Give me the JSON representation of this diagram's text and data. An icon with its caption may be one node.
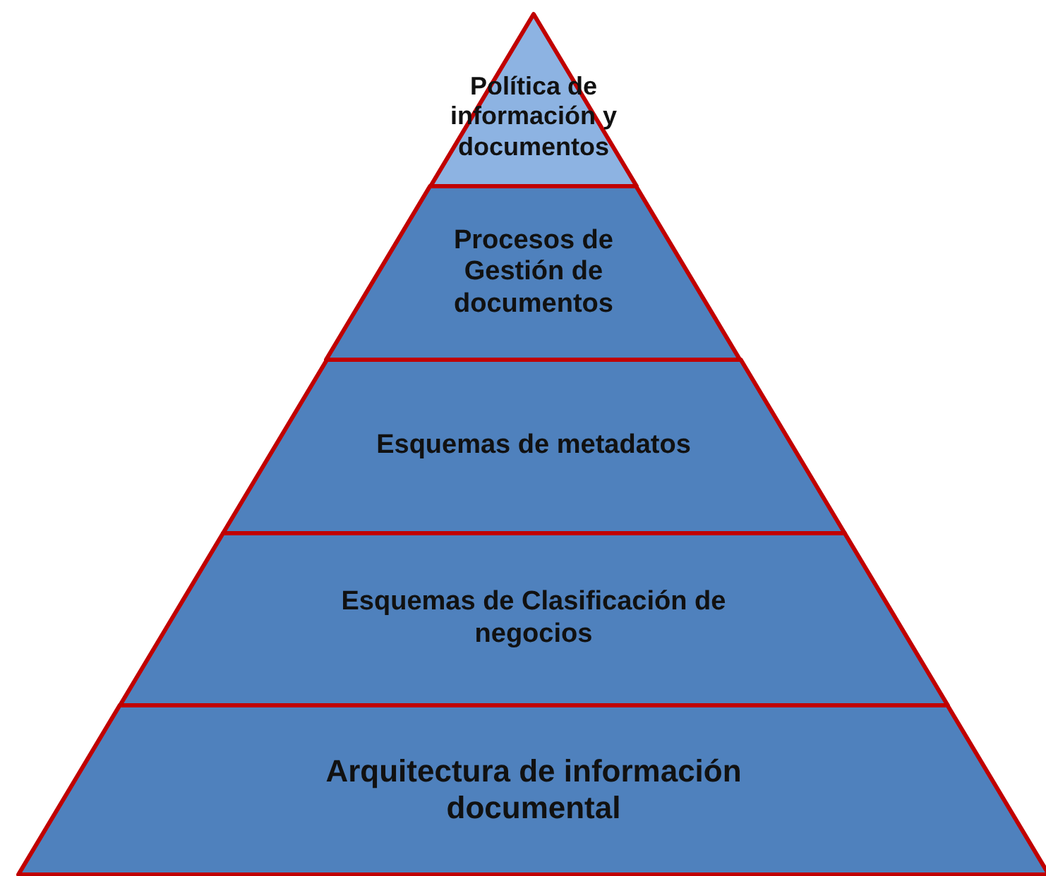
{
  "diagram": {
    "nodes": [
      {
        "text": [
          "Política de información y documentos"
        ]
      },
      {
        "text": [
          "Procesos de Gestión de documentos"
        ]
      },
      {
        "text": [
          "Esquemas de metadatos"
        ]
      },
      {
        "text": [
          "Esquemas de Clasificación de negocios"
        ]
      },
      {
        "text": [
          "Arquitectura de información documental"
        ]
      }
    ]
  }
}
